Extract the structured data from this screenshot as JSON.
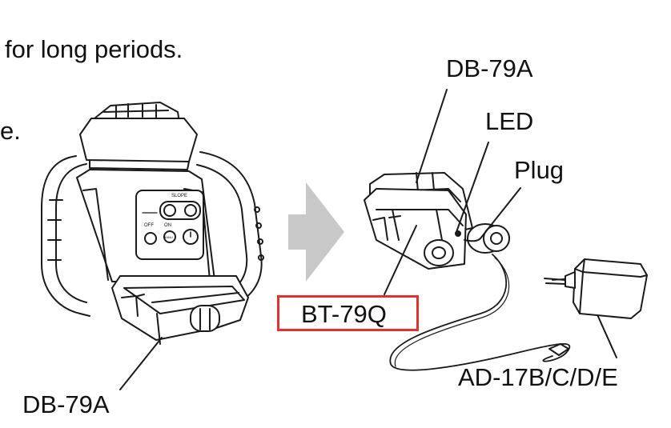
{
  "text": {
    "fragment_line1": "for long periods.",
    "fragment_line2": "e."
  },
  "labels": {
    "db79a_charger": "DB-79A",
    "led": "LED",
    "plug": "Plug",
    "bt79q": "BT-79Q",
    "adapter": "AD-17B/C/D/E",
    "db79a_instrument": "DB-79A"
  },
  "instrument_panel": {
    "slope": "SLOPE",
    "off": "OFF",
    "on": "ON",
    "manu": "MANU"
  },
  "colors": {
    "highlight": "#e0332f",
    "arrow": "#c8c8c8",
    "line": "#1a1a1a"
  }
}
